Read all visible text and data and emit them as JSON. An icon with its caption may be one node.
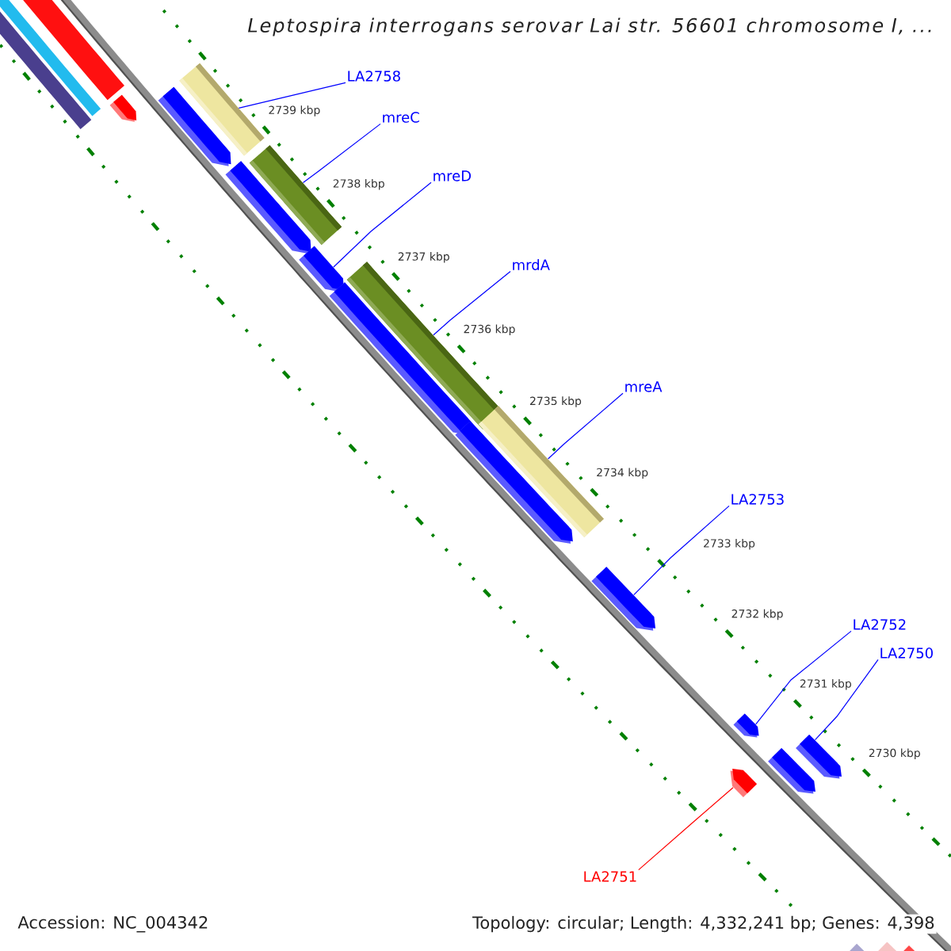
{
  "diagram": {
    "title": "Leptospira interrogans serovar Lai str. 56601 chromosome I, ...",
    "nodes": [
      {
        "text": [],
        "shape": "pentagon"
      },
      {
        "text": [
          "LA2758"
        ]
      },
      {
        "text": [],
        "shape": "bar"
      },
      {
        "text": [],
        "shape": "pentagon"
      },
      {
        "text": [
          "mreC"
        ]
      },
      {
        "text": [],
        "shape": "bar"
      },
      {
        "text": [],
        "shape": "pentagon"
      },
      {
        "text": [
          "mreD"
        ]
      },
      {
        "text": [],
        "shape": "pentagon"
      },
      {
        "text": [
          "mrdA"
        ]
      },
      {
        "text": [],
        "shape": "bar"
      },
      {
        "text": [],
        "shape": "pentagon"
      },
      {
        "text": [
          "mreA"
        ]
      },
      {
        "text": [],
        "shape": "bar"
      },
      {
        "text": [],
        "shape": "pentagon"
      },
      {
        "text": [
          "LA2753"
        ]
      },
      {
        "text": [],
        "shape": "pentagon"
      },
      {
        "text": [
          "LA2752"
        ]
      },
      {
        "text": [],
        "shape": "pentagon"
      },
      {
        "text": [
          "LA2750"
        ]
      },
      {
        "text": [],
        "shape": "pentagon"
      },
      {
        "text": [],
        "shape": "pentagon"
      },
      {
        "text": [
          "LA2751"
        ]
      },
      {
        "text": [],
        "shape": "pentagon"
      }
    ],
    "edges": [
      {
        "from": 1,
        "to": 2,
        "arrow": "none"
      },
      {
        "from": 4,
        "to": 5,
        "arrow": "none"
      },
      {
        "from": 7,
        "to": 8,
        "arrow": "none"
      },
      {
        "from": 9,
        "to": 10,
        "arrow": "none"
      },
      {
        "from": 12,
        "to": 13,
        "arrow": "none"
      },
      {
        "from": 15,
        "to": 16,
        "arrow": "none"
      },
      {
        "from": 17,
        "to": 18,
        "arrow": "none"
      },
      {
        "from": 19,
        "to": 20,
        "arrow": "none"
      },
      {
        "from": 22,
        "to": 23,
        "arrow": "none",
        "color": "#ff0000"
      }
    ],
    "labels": [
      "2739 kbp",
      "2738 kbp",
      "2737 kbp",
      "2736 kbp",
      "2735 kbp",
      "2734 kbp",
      "2733 kbp",
      "2732 kbp",
      "2731 kbp",
      "2730 kbp",
      "Accession: NC_004342",
      "Topology: circular; Length: 4,332,241 bp; Genes: 4,398"
    ]
  }
}
